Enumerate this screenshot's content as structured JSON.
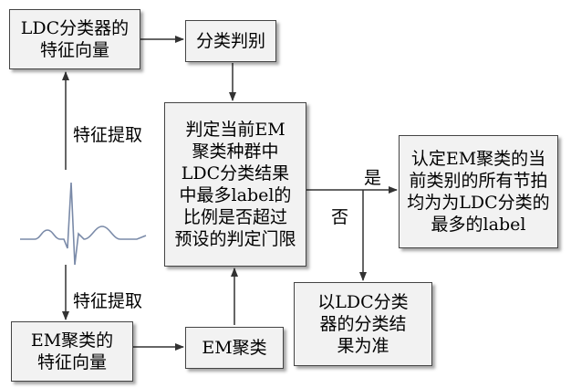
{
  "nodes": {
    "ldc_features": "LDC分类器的\n特征向量",
    "classify": "分类判别",
    "decision": "判定当前EM\n聚类种群中\nLDC分类结果\n中最多label的\n比例是否超过\n预设的判定门限",
    "accept_em": "认定EM聚类的当\n前类别的所有节拍\n均为为LDC分类的\n最多的label",
    "use_ldc": "以LDC分类\n器的分类结\n果为准",
    "em_features": "EM聚类的\n特征向量",
    "em_cluster": "EM聚类"
  },
  "edge_labels": {
    "extract_top": "特征提取",
    "extract_bottom": "特征提取",
    "yes": "是",
    "no": "否"
  },
  "colors": {
    "box_fill": "#f2f2f2",
    "border": "#444444",
    "arrow": "#333333",
    "ecg_trace": "#7a8aa8"
  }
}
